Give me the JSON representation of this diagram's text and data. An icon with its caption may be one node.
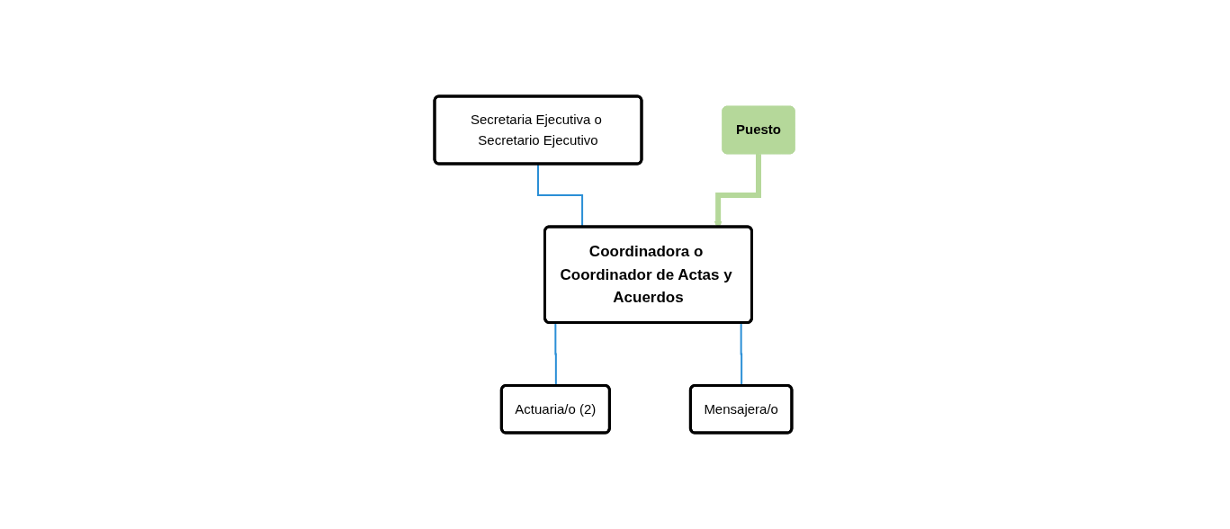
{
  "diagram": {
    "nodes": [
      {
        "text": [
          "Secretaria Ejecutiva o Secretario Ejecutivo"
        ]
      },
      {
        "text": [
          "Coordinadora o Coordinador de Actas y Acuerdos"
        ]
      },
      {
        "text": [
          "Actuaria/o (2)"
        ]
      },
      {
        "text": [
          "Mensajera/o"
        ]
      },
      {
        "text": [
          "Puesto"
        ]
      }
    ],
    "edges": [
      {
        "from": 0,
        "to": 1,
        "arrow": "none"
      },
      {
        "from": 1,
        "to": 2,
        "arrow": "none"
      },
      {
        "from": 1,
        "to": 3,
        "arrow": "none"
      },
      {
        "from": 4,
        "to": 1,
        "arrow": "to",
        "style": "thick",
        "color": "#b5d89a"
      }
    ]
  }
}
